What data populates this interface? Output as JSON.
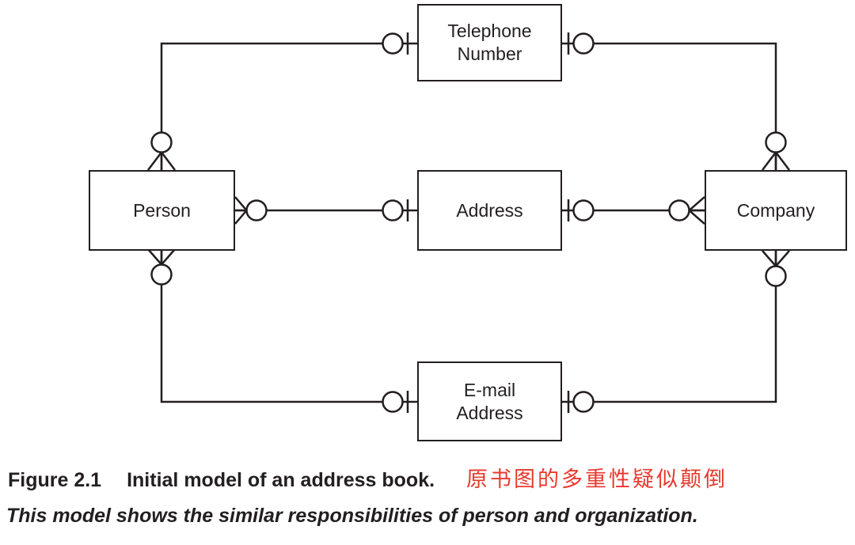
{
  "diagram": {
    "type": "entity-relationship",
    "notation": "crows-foot",
    "entities": [
      {
        "name": "Telephone Number",
        "label": "Telephone\nNumber"
      },
      {
        "name": "Person",
        "label": "Person"
      },
      {
        "name": "Address",
        "label": "Address"
      },
      {
        "name": "Company",
        "label": "Company"
      },
      {
        "name": "E-mail Address",
        "label": "E-mail\nAddress"
      }
    ],
    "relationships": [
      {
        "from": "Person",
        "from_marker": "zero-or-many",
        "to": "Telephone Number",
        "to_marker": "zero-or-one"
      },
      {
        "from": "Company",
        "from_marker": "zero-or-many",
        "to": "Telephone Number",
        "to_marker": "zero-or-one"
      },
      {
        "from": "Person",
        "from_marker": "zero-or-many",
        "to": "Address",
        "to_marker": "zero-or-one"
      },
      {
        "from": "Company",
        "from_marker": "zero-or-many",
        "to": "Address",
        "to_marker": "zero-or-one"
      },
      {
        "from": "Person",
        "from_marker": "zero-or-many",
        "to": "E-mail Address",
        "to_marker": "zero-or-one"
      },
      {
        "from": "Company",
        "from_marker": "zero-or-many",
        "to": "E-mail Address",
        "to_marker": "zero-or-one"
      }
    ]
  },
  "caption": {
    "figure_label": "Figure 2.1",
    "figure_title": "Initial model of an address book.",
    "annotation_zh": "原书图的多重性疑似颠倒",
    "subcaption": "This model shows the similar responsibilities of person and organization."
  },
  "colors": {
    "line": "#231f20",
    "text": "#231f20",
    "annotation_red": "#e8392e",
    "background": "#ffffff"
  }
}
